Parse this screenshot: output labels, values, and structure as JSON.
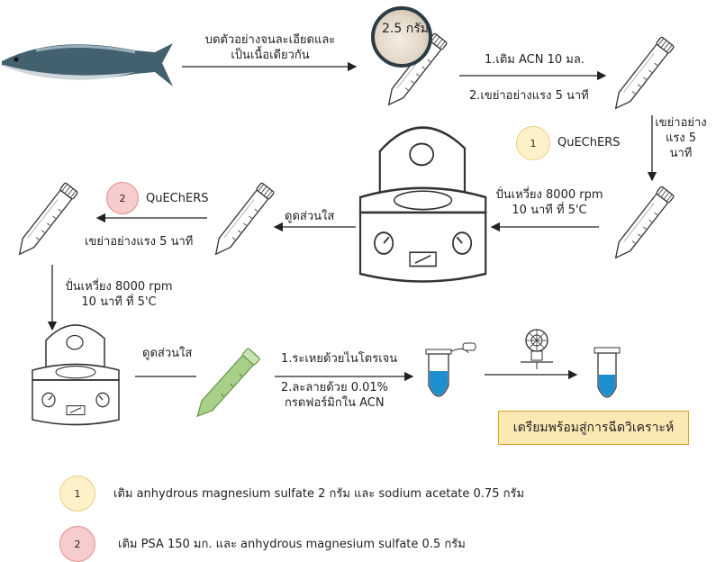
{
  "steps": {
    "mince": [
      "บดตัวอย่างจนละเอียดและ",
      "เป็นเนื้อเดียวกัน"
    ],
    "sample_weight": "2.5 กรัม",
    "add_acn": "1.เติม ACN 10 มล.",
    "shake_5": "2.เขย่าอย่างแรง 5 นาที",
    "shake_vertical": [
      "เขย่าอย่าง",
      "แรง 5",
      "นาที"
    ],
    "quechers1": "QuEChERS",
    "centrifuge1": [
      "ปั่นเหวี่ยง 8000 rpm",
      "10 นาที ที่ 5'C"
    ],
    "supernatant1": "ดูดส่วนใส",
    "quechers2": "QuEChERS",
    "shake_5b": "เขย่าอย่างแรง 5 นาที",
    "centrifuge2": [
      "ปั่นเหวี่ยง 8000 rpm",
      "10 นาที ที่ 5'C"
    ],
    "supernatant2": "ดูดส่วนใส",
    "evaporate": "1.ระเหยด้วยไนโตรเจน",
    "dissolve": [
      "2.ละลายด้วย 0.01%",
      "กรดฟอร์มิกใน ACN"
    ],
    "ready": "เตรียมพร้อมสู่การฉีดวิเคราะห์"
  },
  "badges": {
    "one": "1",
    "two": "2"
  },
  "legend": [
    {
      "badge": "1",
      "text": "เติม anhydrous magnesium sulfate 2 กรัม และ sodium acetate 0.75 กรัม"
    },
    {
      "badge": "2",
      "text": "เติม PSA 150 มก. และ anhydrous magnesium sulfate 0.5 กรัม"
    }
  ],
  "colors": {
    "badge1": "#fdf1c9",
    "badge2": "#f7cccc",
    "ready_box": "#fbe9b4",
    "liquid": "#1d8fd0",
    "green_tube": "#8dc06a"
  }
}
